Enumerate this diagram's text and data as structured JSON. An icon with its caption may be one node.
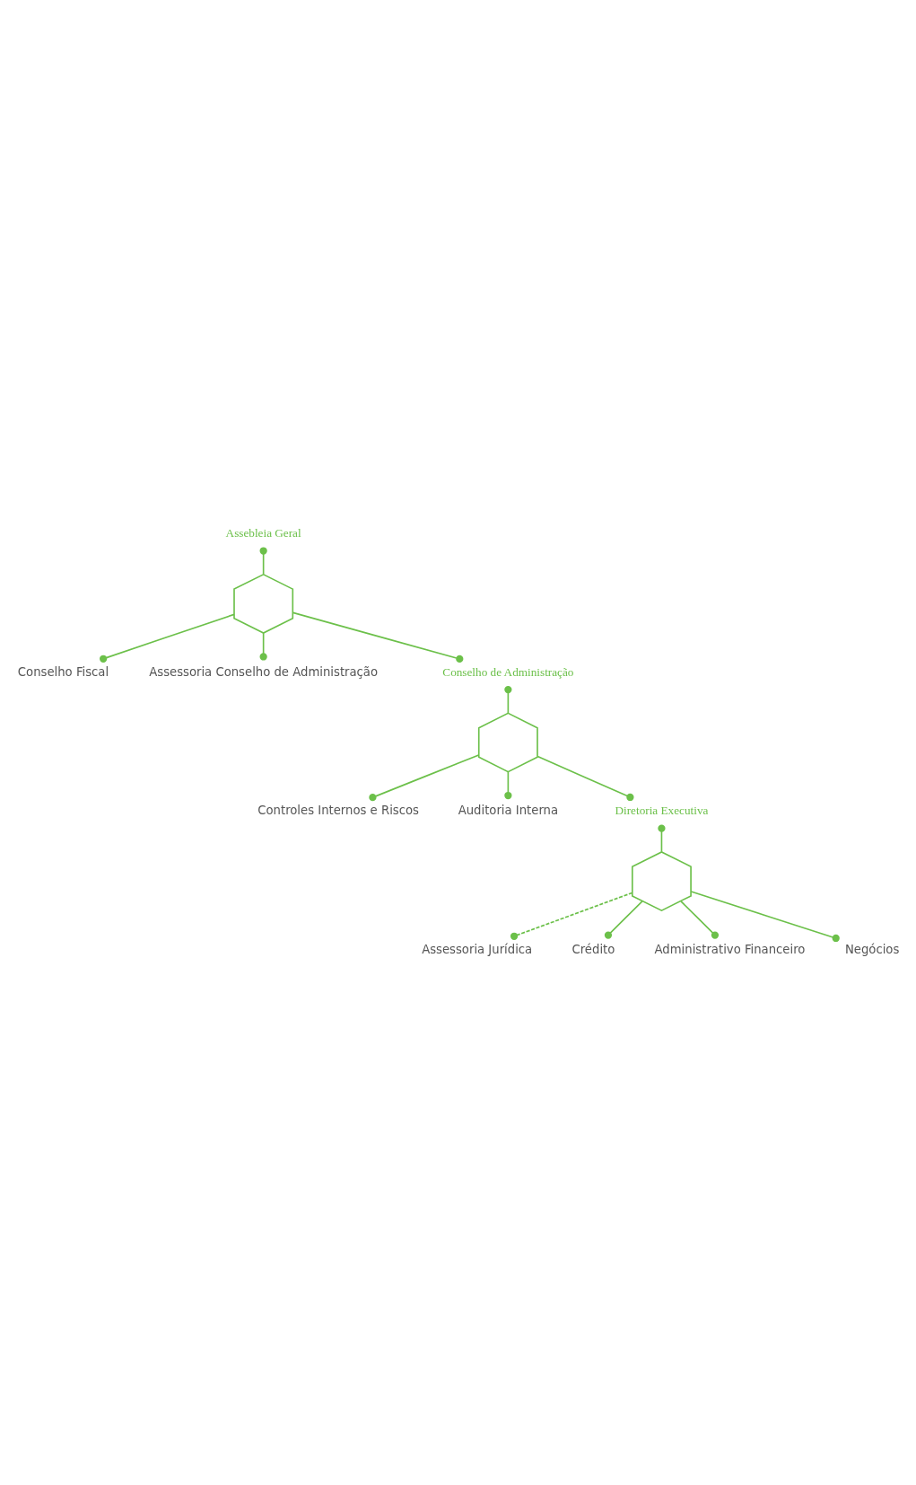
{
  "diagram": {
    "nodes": [
      {
        "text": [
          "Assebleia Geral"
        ]
      },
      {
        "text": [],
        "shape": "hexagon"
      },
      {
        "text": [
          "Conselho Fiscal"
        ]
      },
      {
        "text": [
          "Assessoria Conselho de Administração"
        ]
      },
      {
        "text": [
          "Conselho de Administração"
        ]
      },
      {
        "text": [],
        "shape": "hexagon"
      },
      {
        "text": [
          "Controles Internos e Riscos"
        ]
      },
      {
        "text": [
          "Auditoria Interna"
        ]
      },
      {
        "text": [
          "Diretoria Executiva"
        ]
      },
      {
        "text": [],
        "shape": "hexagon"
      },
      {
        "text": [
          "Assessoria Jurídica"
        ]
      },
      {
        "text": [
          "Crédito"
        ]
      },
      {
        "text": [
          "Administrativo Financeiro"
        ]
      },
      {
        "text": [
          "Negócios"
        ]
      }
    ],
    "edges": [
      {
        "from": 0,
        "to": 1,
        "arrow": "other"
      },
      {
        "from": 1,
        "to": 2,
        "arrow": "other"
      },
      {
        "from": 1,
        "to": 4,
        "arrow": "other"
      },
      {
        "from": 1,
        "to": 3,
        "arrow": "other"
      },
      {
        "from": 4,
        "to": 5,
        "arrow": "other"
      },
      {
        "from": 5,
        "to": 6,
        "arrow": "other"
      },
      {
        "from": 5,
        "to": 7,
        "arrow": "other"
      },
      {
        "from": 5,
        "to": 8,
        "arrow": "other"
      },
      {
        "from": 8,
        "to": 9,
        "arrow": "other"
      },
      {
        "from": 9,
        "to": 10,
        "arrow": "other",
        "style": "dashed"
      },
      {
        "from": 9,
        "to": 11,
        "arrow": "other"
      },
      {
        "from": 9,
        "to": 12,
        "arrow": "other"
      },
      {
        "from": 9,
        "to": 13,
        "arrow": "other"
      }
    ]
  }
}
